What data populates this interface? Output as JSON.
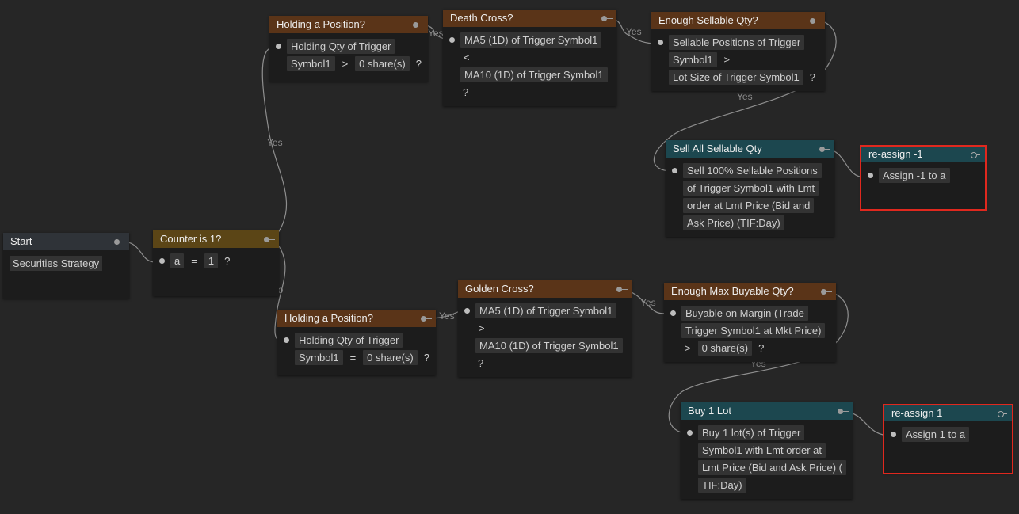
{
  "nodes": {
    "start": {
      "title": "Start",
      "chip": "Securities Strategy"
    },
    "counter": {
      "title": "Counter is 1?",
      "lhs": "a",
      "op": "=",
      "rhs": "1",
      "q": "?"
    },
    "hold_top": {
      "title": "Holding a Position?",
      "l1": "Holding Qty of Trigger",
      "l2": "Symbol1",
      "op": ">",
      "rhs": "0 share(s)",
      "q": "?"
    },
    "death": {
      "title": "Death Cross?",
      "l1": "MA5 (1D) of Trigger Symbol1",
      "op": "<",
      "l2": "MA10 (1D) of Trigger Symbol1",
      "q": "?"
    },
    "enough_sell": {
      "title": "Enough Sellable Qty?",
      "l1": "Sellable Positions of Trigger",
      "l2": "Symbol1",
      "op": "≥",
      "l3": "Lot Size of Trigger Symbol1",
      "q": "?"
    },
    "sell_all": {
      "title": "Sell All Sellable Qty",
      "l1": "Sell 100% Sellable Positions",
      "l2": "of Trigger Symbol1 with Lmt",
      "l3": "order at Lmt Price (Bid and",
      "l4": "Ask Price) (TIF:Day)"
    },
    "reassign_neg": {
      "title": "re-assign -1",
      "chip": "Assign -1 to a"
    },
    "hold_bottom": {
      "title": "Holding a Position?",
      "l1": "Holding Qty of Trigger",
      "l2": "Symbol1",
      "op": "=",
      "rhs": "0 share(s)",
      "q": "?"
    },
    "golden": {
      "title": "Golden Cross?",
      "l1": "MA5 (1D) of Trigger Symbol1",
      "op": ">",
      "l2": "MA10 (1D) of Trigger Symbol1",
      "q": "?"
    },
    "enough_buy": {
      "title": "Enough Max Buyable Qty?",
      "l1": "Buyable on Margin (Trade",
      "l2": "Trigger Symbol1 at Mkt Price)",
      "op": ">",
      "rhs": "0 share(s)",
      "q": "?"
    },
    "buy": {
      "title": "Buy 1 Lot",
      "l1": "Buy 1 lot(s) of Trigger",
      "l2": "Symbol1 with Lmt order at",
      "l3": "Lmt Price (Bid and Ask Price) (",
      "l4": "TIF:Day)"
    },
    "reassign_pos": {
      "title": "re-assign 1",
      "chip": "Assign 1 to a"
    }
  },
  "wire_labels": {
    "yes_counter": "Yes",
    "no_counter": "No",
    "yes_hold_top": "Yes",
    "yes_death": "Yes",
    "yes_enough_sell": "Yes",
    "yes_hold_bottom": "Yes",
    "yes_golden": "Yes",
    "yes_enough_buy": "Yes"
  },
  "colors": {
    "background": "#262626",
    "condition_header": "#5a3418",
    "counter_header": "#5b4516",
    "action_header": "#1c474f",
    "start_header": "#2f3338",
    "selection": "#e0281e"
  }
}
